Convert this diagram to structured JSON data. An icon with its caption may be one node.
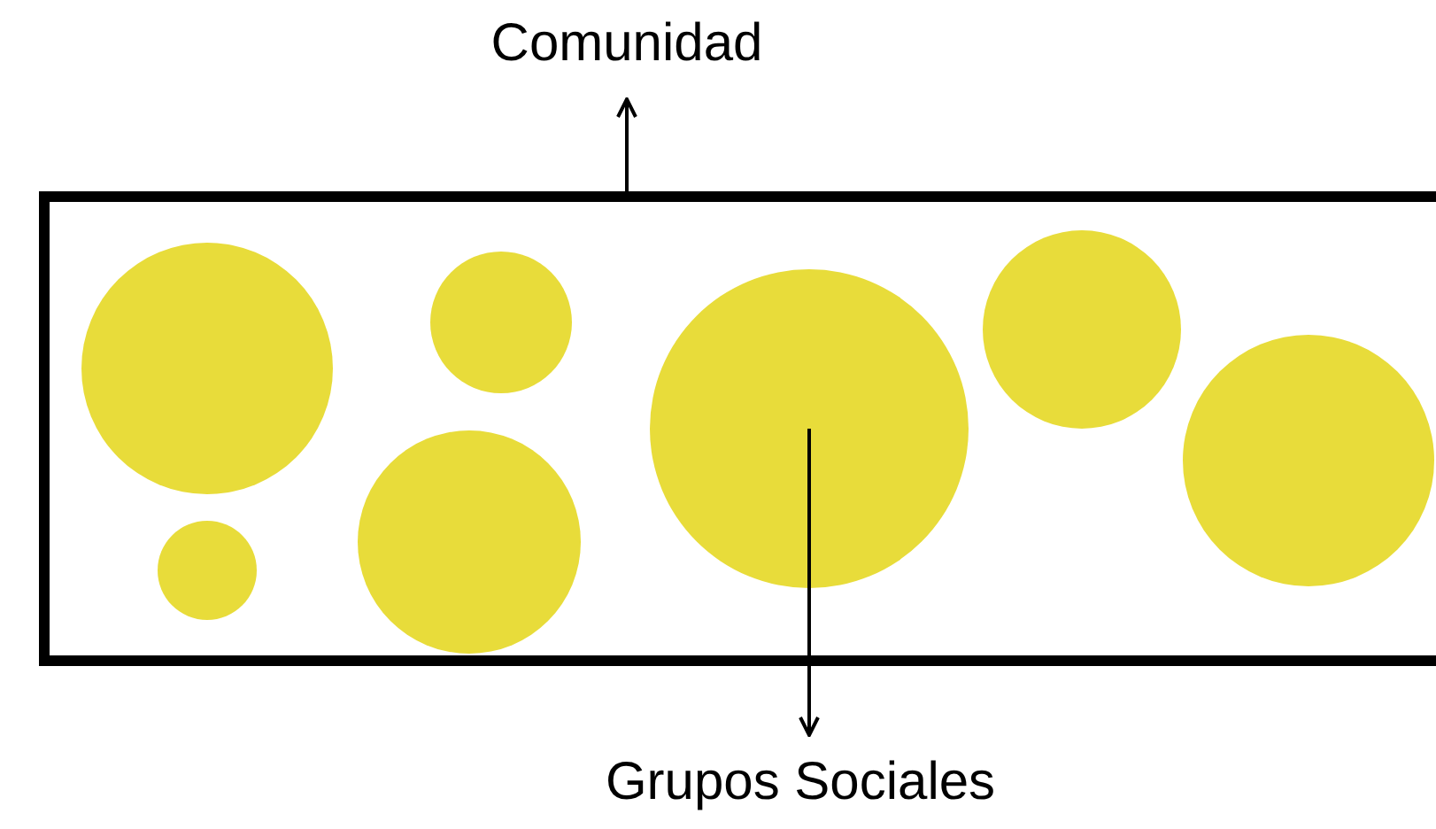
{
  "diagram": {
    "nodes": [
      {
        "text": [
          "Comunidad"
        ]
      },
      {
        "text": [],
        "shape": "box"
      },
      {
        "text": [],
        "shape": "circle",
        "in": 1
      },
      {
        "text": [],
        "shape": "circle",
        "in": 1
      },
      {
        "text": [],
        "shape": "circle",
        "in": 1
      },
      {
        "text": [],
        "shape": "circle",
        "in": 1
      },
      {
        "text": [],
        "shape": "circle",
        "in": 1
      },
      {
        "text": [],
        "shape": "circle",
        "in": 1
      },
      {
        "text": [],
        "shape": "circle",
        "in": 1
      },
      {
        "text": [
          "Grupos Sociales"
        ]
      }
    ],
    "edges": [
      {
        "from": 1,
        "to": 0,
        "arrow": "to"
      },
      {
        "from": 6,
        "to": 9,
        "arrow": "to"
      }
    ]
  }
}
